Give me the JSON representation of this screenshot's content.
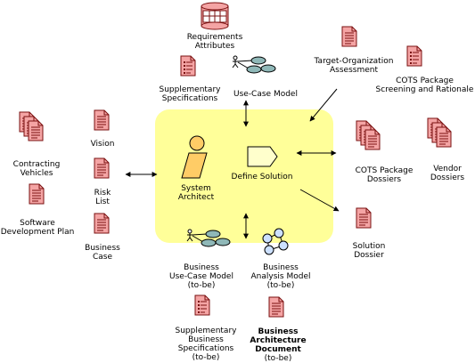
{
  "colors": {
    "doc_fill": "#f4a4a4",
    "doc_stroke": "#7a1010",
    "panel_fill": "#ffff99",
    "actor_fill": "#ffcc66",
    "usecase_fill": "#8fb8b8",
    "workflow_fill": "#ffffcc"
  },
  "center": {
    "role": "System\nArchitect",
    "activity": "Define Solution"
  },
  "inputs": {
    "requirements_attributes": "Requirements\nAttributes",
    "supplementary_specifications": "Supplementary\nSpecifications",
    "use_case_model": "Use-Case Model",
    "target_org_assessment": "Target-Organization\nAssessment",
    "cots_screening": "COTS Package\nScreening and Rationale",
    "vision": "Vision",
    "contracting_vehicles": "Contracting\nVehicles",
    "risk_list": "Risk\nList",
    "software_dev_plan": "Software\nDevelopment Plan",
    "business_case": "Business\nCase",
    "business_use_case_model": "Business\nUse-Case Model\n(to-be)",
    "business_analysis_model": "Business\nAnalysis Model\n(to-be)",
    "supplementary_business_specs": "Supplementary\nBusiness\nSpecifications\n(to-be)",
    "business_arch_doc": "Business\nArchitecture\nDocument",
    "business_arch_doc_suffix": "(to-be)"
  },
  "outputs": {
    "cots_package_dossiers": "COTS Package\nDossiers",
    "vendor_dossiers": "Vendor\nDossiers",
    "solution_dossier": "Solution\nDossier"
  }
}
